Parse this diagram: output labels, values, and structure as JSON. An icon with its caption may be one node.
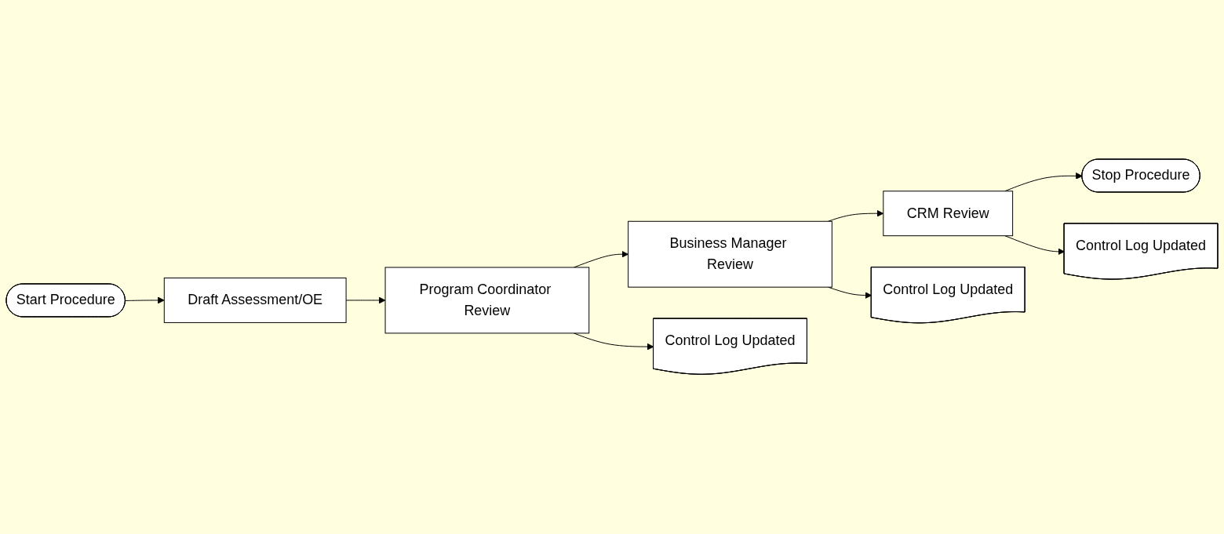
{
  "diagram": {
    "nodes": [
      {
        "text": [
          "Start Procedure"
        ]
      },
      {
        "text": [
          "Draft Assessment/OE"
        ]
      },
      {
        "text": [
          "Program Coordinator Review"
        ]
      },
      {
        "text": [
          "Business Manager Review"
        ]
      },
      {
        "text": [
          "CRM Review"
        ]
      },
      {
        "text": [
          "Stop Procedure"
        ]
      },
      {
        "text": [
          "Control Log Updated"
        ]
      },
      {
        "text": [
          "Control Log Updated"
        ]
      },
      {
        "text": [
          "Control Log Updated"
        ]
      }
    ],
    "edges": [
      {
        "from": 0,
        "to": 1,
        "arrow": "to"
      },
      {
        "from": 1,
        "to": 2,
        "arrow": "to"
      },
      {
        "from": 2,
        "to": 3,
        "arrow": "to"
      },
      {
        "from": 3,
        "to": 4,
        "arrow": "to"
      },
      {
        "from": 4,
        "to": 5,
        "arrow": "to"
      },
      {
        "from": 2,
        "to": 6,
        "arrow": "to"
      },
      {
        "from": 3,
        "to": 7,
        "arrow": "to"
      },
      {
        "from": 4,
        "to": 8,
        "arrow": "to"
      }
    ]
  }
}
